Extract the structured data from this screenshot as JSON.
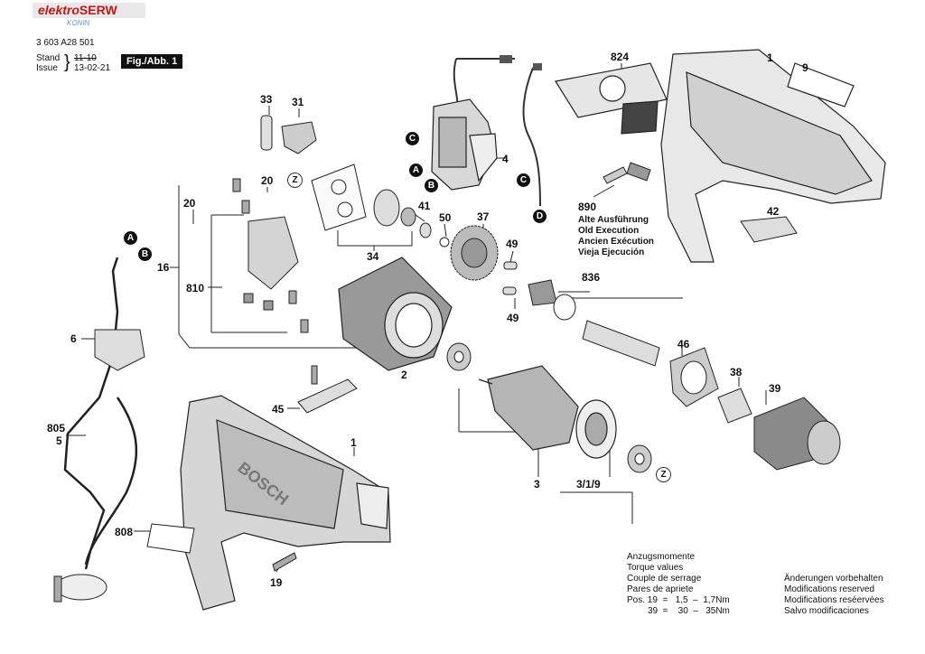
{
  "watermark": {
    "brand_part1": "elektro",
    "brand_part2": "SERW",
    "city": "KONIN",
    "color_main": "#c01818",
    "color_sub": "#6a8fd1"
  },
  "header": {
    "part_number": "3 603 A28 501",
    "stand_label": "Stand",
    "issue_label": "Issue",
    "stand_old": "11-10",
    "issue_date": "13-02-21",
    "fig_label": "Fig./Abb. 1"
  },
  "callouts": {
    "n1_top": "1",
    "n9": "9",
    "n824": "824",
    "n33": "33",
    "n31": "31",
    "n4": "4",
    "n20a": "20",
    "n20b": "20",
    "n41": "41",
    "n50": "50",
    "n37": "37",
    "n49a": "49",
    "n49b": "49",
    "n34": "34",
    "n16": "16",
    "n810": "810",
    "n836": "836",
    "n890": "890",
    "n42": "42",
    "n6": "6",
    "n2": "2",
    "n46": "46",
    "n38": "38",
    "n39": "39",
    "n45": "45",
    "n805": "805",
    "n5": "5",
    "n1_bottom": "1",
    "n808": "808",
    "n19": "19",
    "n3": "3",
    "n319": "3/1/9"
  },
  "letters": {
    "a": "A",
    "b": "B",
    "c": "C",
    "d": "D",
    "z": "Z"
  },
  "execution_note": {
    "de": "Alte Ausführung",
    "en": "Old Execution",
    "fr": "Ancien Exécution",
    "es": "Vieja Ejecución"
  },
  "torque": {
    "de": "Anzugsmomente",
    "en": "Torque values",
    "fr": "Couple de serrage",
    "es": "Pares de apriete",
    "row1": "Pos. 19  =   1,5  –  1,7Nm",
    "row2": "39  =    30  –   35Nm"
  },
  "modifications": {
    "de": "Änderungen vorbehalten",
    "en": "Modifications reserved",
    "fr": "Modifications reséervées",
    "es": "Salvo modificaciones"
  }
}
